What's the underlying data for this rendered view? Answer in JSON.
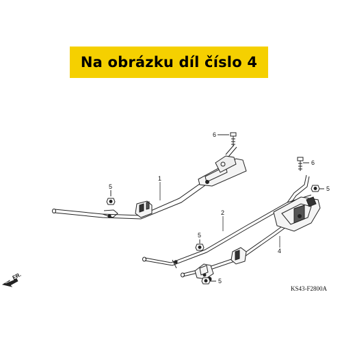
{
  "banner": {
    "text": "Na obrázku díl číslo 4",
    "color": "#f5d000"
  },
  "callouts": [
    {
      "id": "c6a",
      "label": "6"
    },
    {
      "id": "c1",
      "label": "1"
    },
    {
      "id": "c5a",
      "label": "5"
    },
    {
      "id": "c6b",
      "label": "6"
    },
    {
      "id": "c5b",
      "label": "5"
    },
    {
      "id": "c2",
      "label": "2"
    },
    {
      "id": "c5c",
      "label": "5"
    },
    {
      "id": "c4",
      "label": "4"
    },
    {
      "id": "c5d",
      "label": "5"
    }
  ],
  "front_label": "FR.",
  "diagram_code": "KS43-F2800A"
}
